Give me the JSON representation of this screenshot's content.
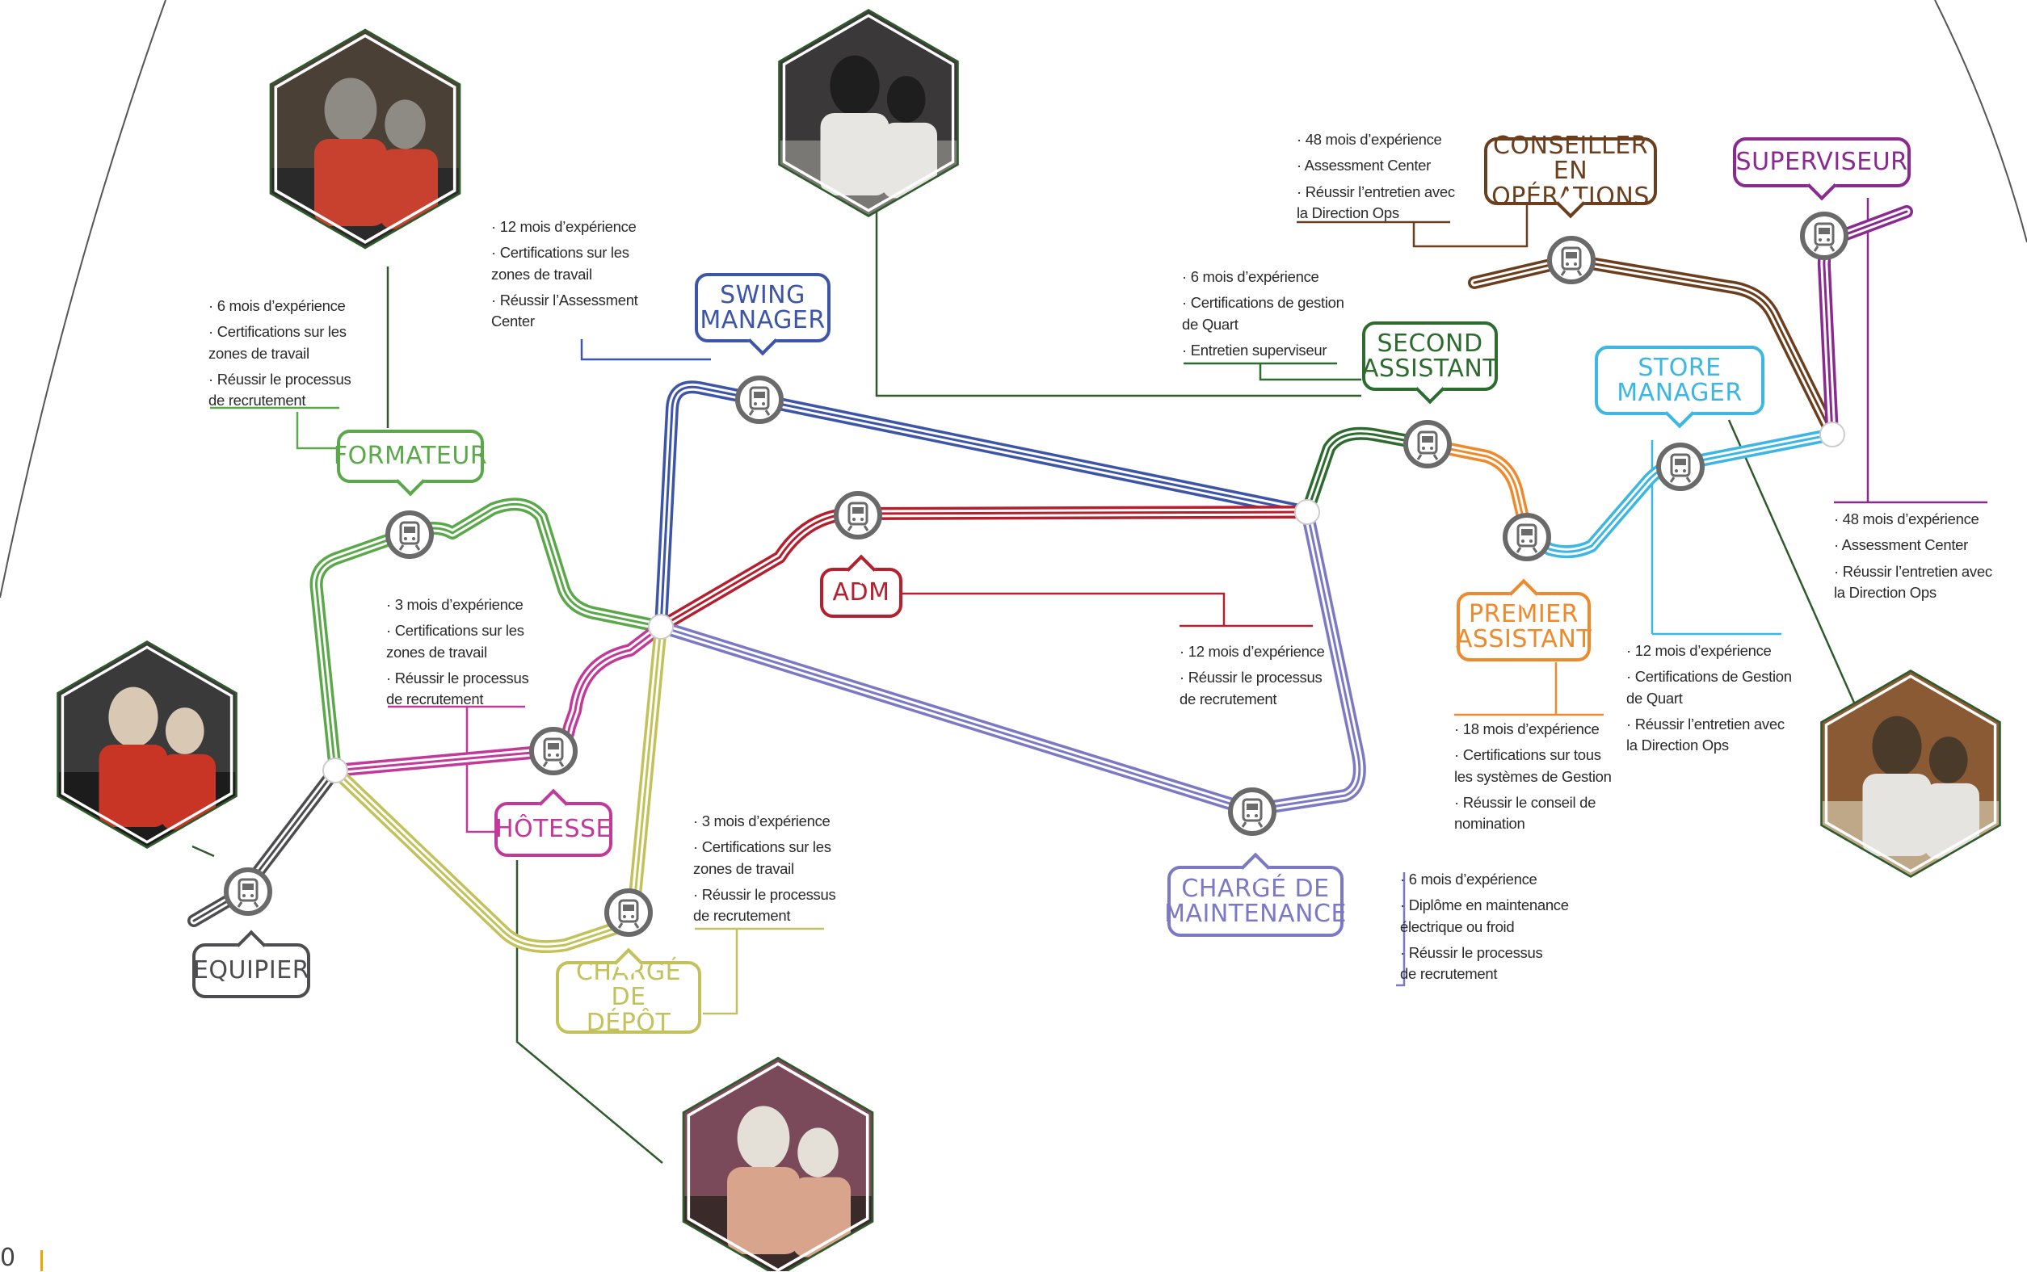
{
  "colors": {
    "equipier": "#4d4d4f",
    "formateur": "#5aa84a",
    "hotesse": "#c2399a",
    "depot": "#c3c15a",
    "swing": "#3d55a8",
    "adm": "#b51f2e",
    "maintenance": "#7b79c4",
    "second": "#2d6b2e",
    "premier": "#ef8a2c",
    "store": "#3cb6e2",
    "conseiller": "#6b3f1e",
    "superviseur": "#8a2a90",
    "hexBorder": "#2e5a2c"
  },
  "stations": {
    "equipier": "EQUIPIER",
    "formateur": "FORMATEUR",
    "hotesse": "HÔTESSE",
    "depot": "CHARGÉ DE\nDÉPÔT",
    "swing": "SWING\nMANAGER",
    "adm": "ADM",
    "maintenance": "CHARGÉ DE\nMAINTENANCE",
    "second": "SECOND\nASSISTANT",
    "premier": "PREMIER\nASSISTANT",
    "store": "STORE\nMANAGER",
    "conseiller": "CONSEILLER EN\nOPÉRATIONS",
    "superviseur": "SUPERVISEUR"
  },
  "requirements": {
    "formateur": [
      "· 6 mois d’expérience",
      "· Certifications sur les\n zones de travail",
      "· Réussir le processus\n de recrutement"
    ],
    "swing": [
      "· 12 mois d’expérience",
      "· Certifications sur les\n zones de travail",
      "· Réussir l’Assessment\n Center"
    ],
    "hotesse": [
      "· 3 mois d’expérience",
      "· Certifications sur les\n zones de travail",
      "· Réussir le processus\n de recrutement"
    ],
    "depot": [
      "· 3 mois d’expérience",
      "· Certifications sur les\n zones de travail",
      "· Réussir le processus\n de recrutement"
    ],
    "adm": [
      "· 12 mois d’expérience",
      "· Réussir le processus\n de recrutement"
    ],
    "maintenance": [
      "· 6 mois d’expérience",
      "· Diplôme en maintenance\n électrique ou froid",
      "· Réussir le processus\n de recrutement"
    ],
    "second": [
      "· 6 mois d’expérience",
      "· Certifications de gestion\n de Quart",
      "· Entretien superviseur"
    ],
    "premier": [
      "· 18 mois d’expérience",
      "· Certifications sur tous\n les systèmes de Gestion",
      "· Réussir le conseil de\n nomination"
    ],
    "store": [
      "· 12 mois d’expérience",
      "· Certifications de Gestion\n de Quart",
      "· Réussir l’entretien avec\n la Direction Ops"
    ],
    "conseiller": [
      "· 48 mois d’expérience",
      "· Assessment Center",
      "· Réussir l’entretien avec\n la Direction Ops"
    ],
    "superviseur": [
      "· 48 mois d’expérience",
      "· Assessment Center",
      "· Réussir l’entretien avec\n la Direction Ops"
    ]
  },
  "page": {
    "number": "0"
  }
}
